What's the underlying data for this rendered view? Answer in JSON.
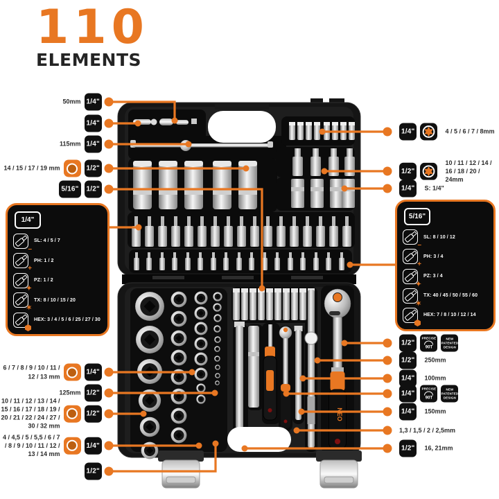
{
  "header": {
    "count": "110",
    "subtitle": "ELEMENTS"
  },
  "colors": {
    "accent": "#E87722",
    "badge_bg": "#101010",
    "panel_bg": "#0C0C0C",
    "panel_border": "#E87722",
    "label_text": "#2B2B2B",
    "badge_text": "#FFFFFF"
  },
  "brand": {
    "name": "NEO"
  },
  "icons": {
    "hex_socket_icon": "orange rounded square with white ring (hex socket)",
    "e_socket_icon": "black rounded square with orange torx star (E-socket)",
    "bit_icon": "white outlined square with screwdriver bit",
    "profile_marks": {
      "sl": "–",
      "ph": "+",
      "pz": "✦",
      "tx": "✶",
      "hex": "⬢"
    }
  },
  "left_callouts": [
    {
      "label": "50mm",
      "drive": "1/4\""
    },
    {
      "label": "",
      "drive": "1/4\""
    },
    {
      "label": "115mm",
      "drive": "1/4\""
    },
    {
      "label": "14 / 15 / 17 / 19 mm",
      "drive": "1/2\"",
      "icon": "hex_socket_icon"
    },
    {
      "label": "",
      "drive_a": "5/16\"",
      "drive": "1/2\""
    },
    {
      "label": "6 / 7 / 8 / 9 / 10 / 11 / 12 / 13 mm",
      "drive": "1/4\"",
      "icon": "hex_socket_icon"
    },
    {
      "label": "125mm",
      "drive": "1/2\""
    },
    {
      "label": "10 / 11 / 12 / 13 / 14 / 15 / 16 / 17 / 18 / 19 / 20 / 21 / 22 / 24 / 27 / 30 / 32 mm",
      "drive": "1/2\"",
      "icon": "hex_socket_icon"
    },
    {
      "label": "4 / 4,5 / 5 / 5,5 / 6 / 7 / 8 / 9 / 10 / 11 / 12 / 13 / 14 mm",
      "drive": "1/4\"",
      "icon": "hex_socket_icon"
    },
    {
      "label": "",
      "drive": "1/2\""
    }
  ],
  "right_callouts": [
    {
      "drive": "1/4\"",
      "icon": "e_socket_icon",
      "label": "4 / 5 / 6 / 7 / 8mm"
    },
    {
      "drive": "1/2\"",
      "icon": "e_socket_icon",
      "label": "10 / 11 / 12 / 14 / 16 / 18 / 20 / 24mm"
    },
    {
      "drive": "1/4\"",
      "label": "S: 1/4\""
    },
    {
      "drive": "1/2\"",
      "badges": [
        "precise",
        "patented"
      ],
      "label": ""
    },
    {
      "drive": "1/2\"",
      "label": "250mm"
    },
    {
      "drive": "1/4\"",
      "label": "100mm"
    },
    {
      "drive": "1/4\"",
      "badges": [
        "precise",
        "patented"
      ],
      "label": ""
    },
    {
      "drive": "1/4\"",
      "label": "150mm"
    },
    {
      "drive": "",
      "label": "1,3 / 1,5 / 2 / 2,5mm"
    },
    {
      "drive": "1/2\"",
      "label": "16, 21mm"
    }
  ],
  "precise_badge": {
    "top": "PRECISE",
    "bottom": "90T"
  },
  "patented_badge": {
    "l1": "NEW",
    "l2": "PATENTED",
    "l3": "DESIGN"
  },
  "left_panel": {
    "drive": "1/4\"",
    "rows": [
      {
        "mark": "sl",
        "text": "SL: 4 / 5 / 7"
      },
      {
        "mark": "ph",
        "text": "PH: 1 / 2"
      },
      {
        "mark": "pz",
        "text": "PZ: 1 / 2"
      },
      {
        "mark": "tx",
        "text": "TX: 8 / 10 / 15 / 20"
      },
      {
        "mark": "hex",
        "text": "HEX: 3 / 4 / 5 / 6 / 25 / 27 / 30"
      }
    ]
  },
  "right_panel": {
    "drive": "5/16\"",
    "rows": [
      {
        "mark": "sl",
        "text": "SL: 8 / 10 / 12"
      },
      {
        "mark": "ph",
        "text": "PH: 3 / 4"
      },
      {
        "mark": "pz",
        "text": "PZ: 3 / 4"
      },
      {
        "mark": "tx",
        "text": "TX: 40 / 45 / 50 / 55 / 60"
      },
      {
        "mark": "hex",
        "text": "HEX: 7 / 8 / 10 / 12 / 14"
      }
    ]
  }
}
